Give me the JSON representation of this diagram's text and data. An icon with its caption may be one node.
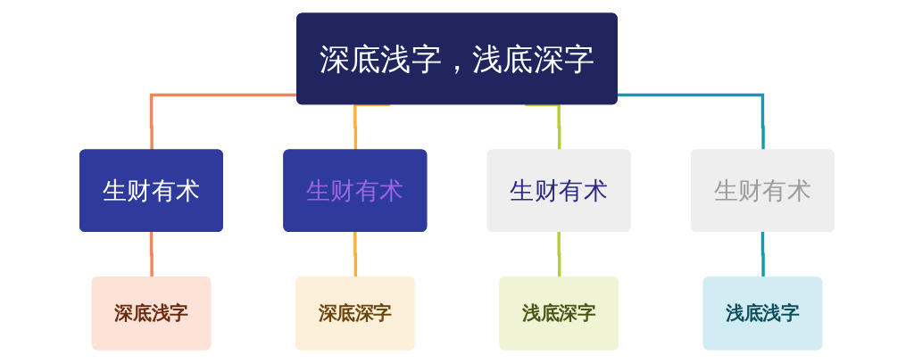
{
  "diagram": {
    "nodes": [
      {
        "text": [
          "深底浅字，浅底深字"
        ]
      },
      {
        "text": [
          "生财有术"
        ]
      },
      {
        "text": [
          "生财有术"
        ]
      },
      {
        "text": [
          "生财有术"
        ]
      },
      {
        "text": [
          "生财有术"
        ]
      },
      {
        "text": [
          "深底浅字"
        ]
      },
      {
        "text": [
          "深底深字"
        ]
      },
      {
        "text": [
          "浅底深字"
        ]
      },
      {
        "text": [
          "浅底浅字"
        ]
      }
    ],
    "edges": [
      {
        "from": 0,
        "to": 1,
        "arrow": "none",
        "color": "#f4845f"
      },
      {
        "from": 0,
        "to": 2,
        "arrow": "none",
        "color": "#f7b03c"
      },
      {
        "from": 0,
        "to": 3,
        "arrow": "none",
        "color": "#b8cc34"
      },
      {
        "from": 0,
        "to": 4,
        "arrow": "none",
        "color": "#1899b0"
      },
      {
        "from": 1,
        "to": 5,
        "arrow": "none",
        "color": "#f4845f"
      },
      {
        "from": 2,
        "to": 6,
        "arrow": "none",
        "color": "#f7b03c"
      },
      {
        "from": 3,
        "to": 7,
        "arrow": "none",
        "color": "#b8cc34"
      },
      {
        "from": 4,
        "to": 8,
        "arrow": "none",
        "color": "#1899b0"
      }
    ]
  }
}
